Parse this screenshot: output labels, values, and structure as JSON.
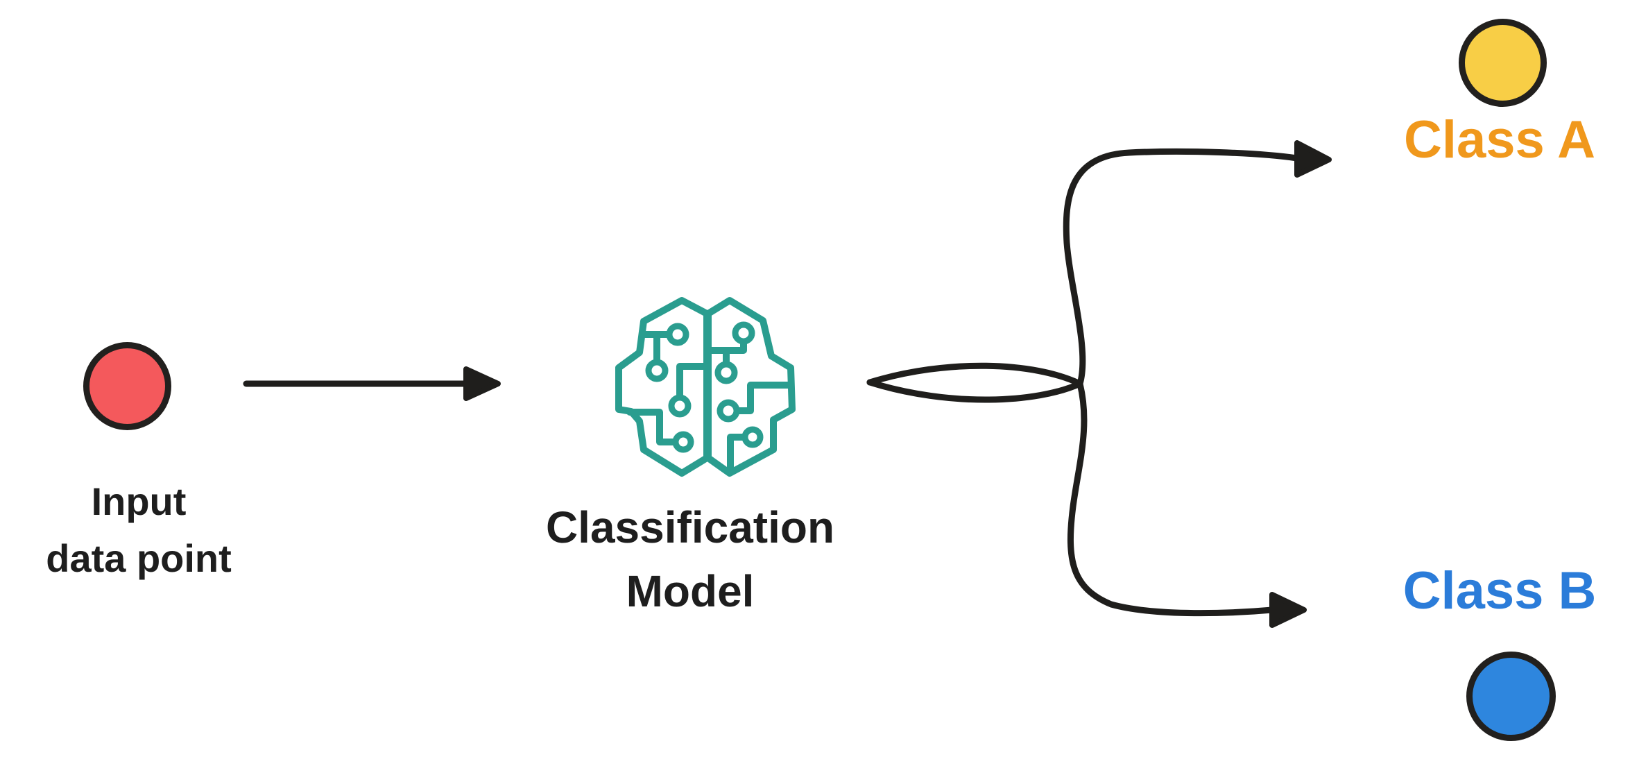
{
  "diagram": {
    "title": "classification-model-flow",
    "background": "#ffffff",
    "ink_color": "#1f1e1c",
    "input": {
      "label_line1": "Input",
      "label_line2": "data point",
      "circle_color": "#f4595c",
      "text_color": "#1e1e1e"
    },
    "model": {
      "label_line1": "Classification",
      "label_line2": "Model",
      "icon": "circuit-brain-icon",
      "icon_color": "#2a9d8f",
      "text_color": "#1e1e1e"
    },
    "outputs": {
      "class_a": {
        "label": "Class A",
        "text_color": "#f0981c",
        "circle_color": "#f8ce46"
      },
      "class_b": {
        "label": "Class B",
        "text_color": "#2b7cd9",
        "circle_color": "#2e86de"
      }
    }
  }
}
